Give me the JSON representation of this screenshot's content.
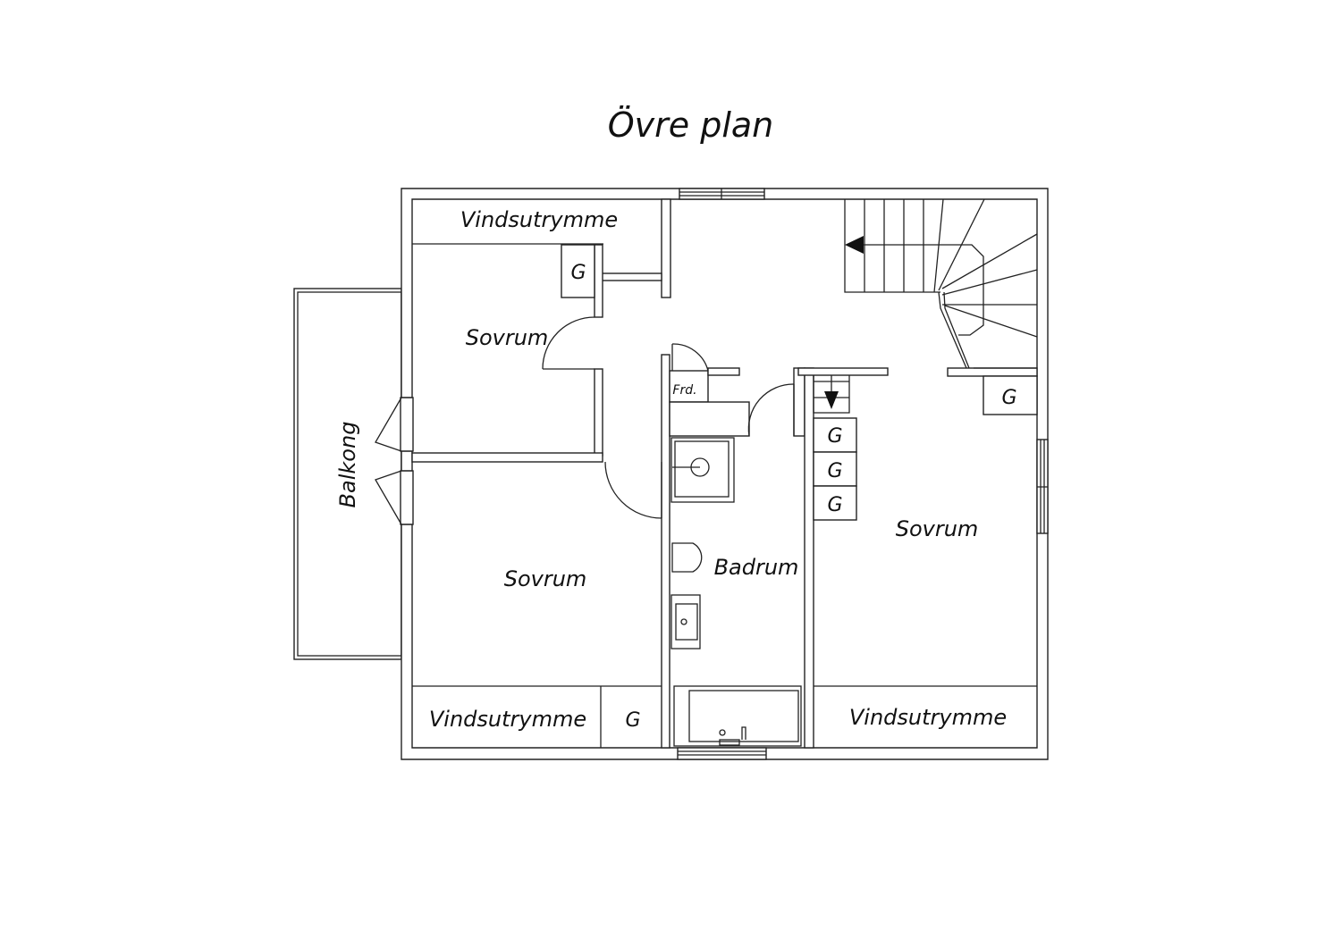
{
  "title": "Övre plan",
  "rooms": {
    "vind_top": "Vindsutrymme",
    "sovrum_top_left": "Sovrum",
    "sovrum_bottom_left": "Sovrum",
    "sovrum_right": "Sovrum",
    "badrum": "Badrum",
    "balkong": "Balkong",
    "frd": "Frd.",
    "vind_bottom_left": "Vindsutrymme",
    "vind_bottom_right": "Vindsutrymme"
  },
  "closets": [
    "G",
    "G",
    "G",
    "G",
    "G",
    "G"
  ]
}
